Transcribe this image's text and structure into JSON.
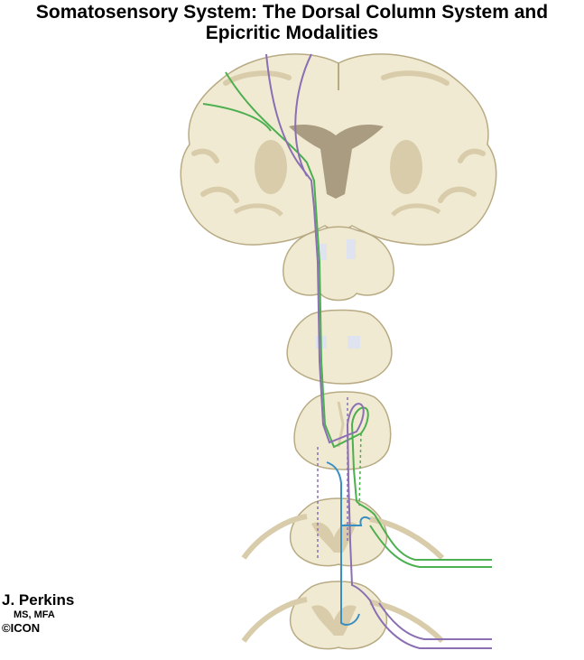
{
  "title": {
    "line1": "Somatosensory System: The Dorsal Column System and",
    "line2": "Epicritic Modalities"
  },
  "credit": {
    "author": "J. Perkins",
    "degrees": "MS, MFA",
    "logo": "©ICON"
  },
  "colors": {
    "tissue": "#f1ead2",
    "tissue_stroke": "#b8ab84",
    "gray_matter": "#d8ccaa",
    "ventricle": "#9d8e73",
    "nucleus": "#dfe3ef",
    "green_pathway": "#4caf50",
    "purple_pathway": "#8b6fb3",
    "blue_pathway": "#3a8fc2"
  },
  "icons": [
    "copyright-icon"
  ]
}
